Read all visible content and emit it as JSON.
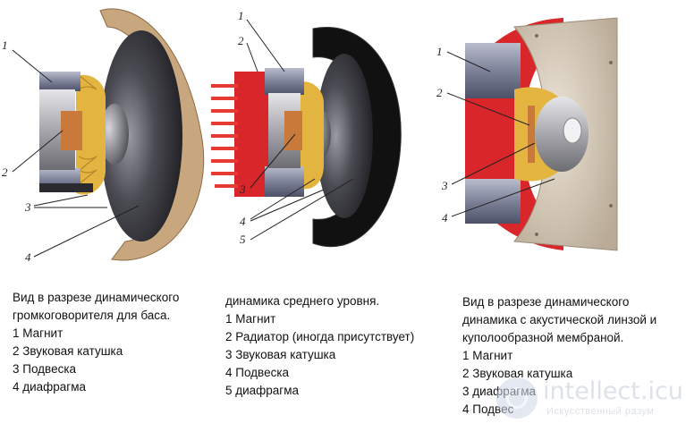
{
  "speaker_bass": {
    "labels": [
      "1",
      "2",
      "3",
      "4"
    ],
    "caption": {
      "title_line1": "Вид в разрезе динамического",
      "title_line2": "громкоговорителя для баса.",
      "items": [
        "1 Магнит",
        "2 Звуковая катушка",
        "3 Подвеска",
        "4 диафрагма"
      ]
    }
  },
  "speaker_mid": {
    "labels": [
      "1",
      "2",
      "3",
      "4",
      "5"
    ],
    "caption": {
      "title_line1": "динамика среднего уровня.",
      "items": [
        "1 Магнит",
        "2 Радиатор  (иногда присутствует)",
        "3 Звуковая катушка",
        "4 Подвеска",
        "5 диафрагма"
      ]
    }
  },
  "speaker_lens": {
    "labels": [
      "1",
      "2",
      "3",
      "4"
    ],
    "caption": {
      "title_line1": "Вид в разрезе динамического",
      "title_line2": "динамика с акустической линзой и",
      "title_line3": "куполообразной мембраной.",
      "items": [
        "1 Магнит",
        "2 Звуковая катушка",
        "3 диафрагма",
        "4 Подвес"
      ]
    }
  },
  "watermark": {
    "title": "intellect.icu",
    "subtitle": "Искусственный разум"
  },
  "colors": {
    "magnet": "#8a8fa8",
    "coil": "#c97a3a",
    "spider": "#e0b43a",
    "radiator": "#d8262a",
    "frame_tan": "#c9a77e",
    "cone": "#2e2e33"
  }
}
